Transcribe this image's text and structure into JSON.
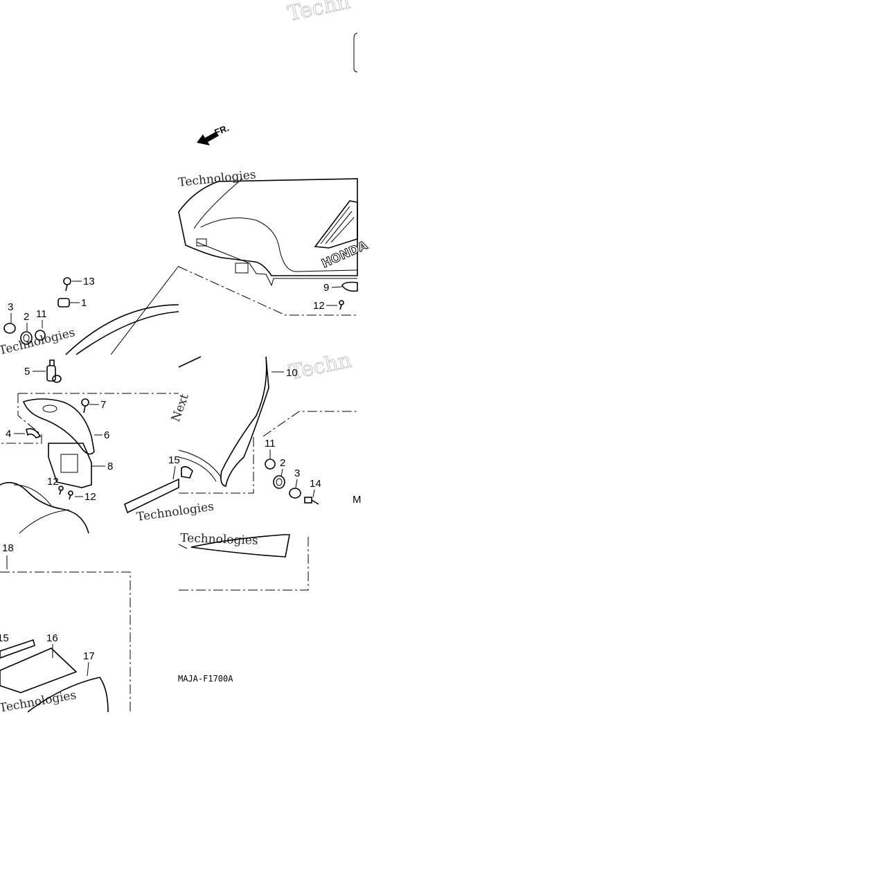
{
  "diagram": {
    "figure_code": "MAJA-F1700A",
    "direction_label": "FR.",
    "brand_text": "HONDA",
    "watermark": {
      "tech": "Technologies",
      "next": "Next",
      "brand_short": "Techn"
    },
    "callouts": {
      "c1": "1",
      "c2": "2",
      "c3": "3",
      "c4": "4",
      "c5": "5",
      "c6": "6",
      "c7": "7",
      "c8": "8",
      "c9": "9",
      "c10": "10",
      "c11": "11",
      "c12": "12",
      "c13": "13",
      "c14": "14",
      "c15": "15",
      "c16": "16",
      "c17": "17",
      "c18": "18"
    },
    "edge_marker": "M"
  }
}
